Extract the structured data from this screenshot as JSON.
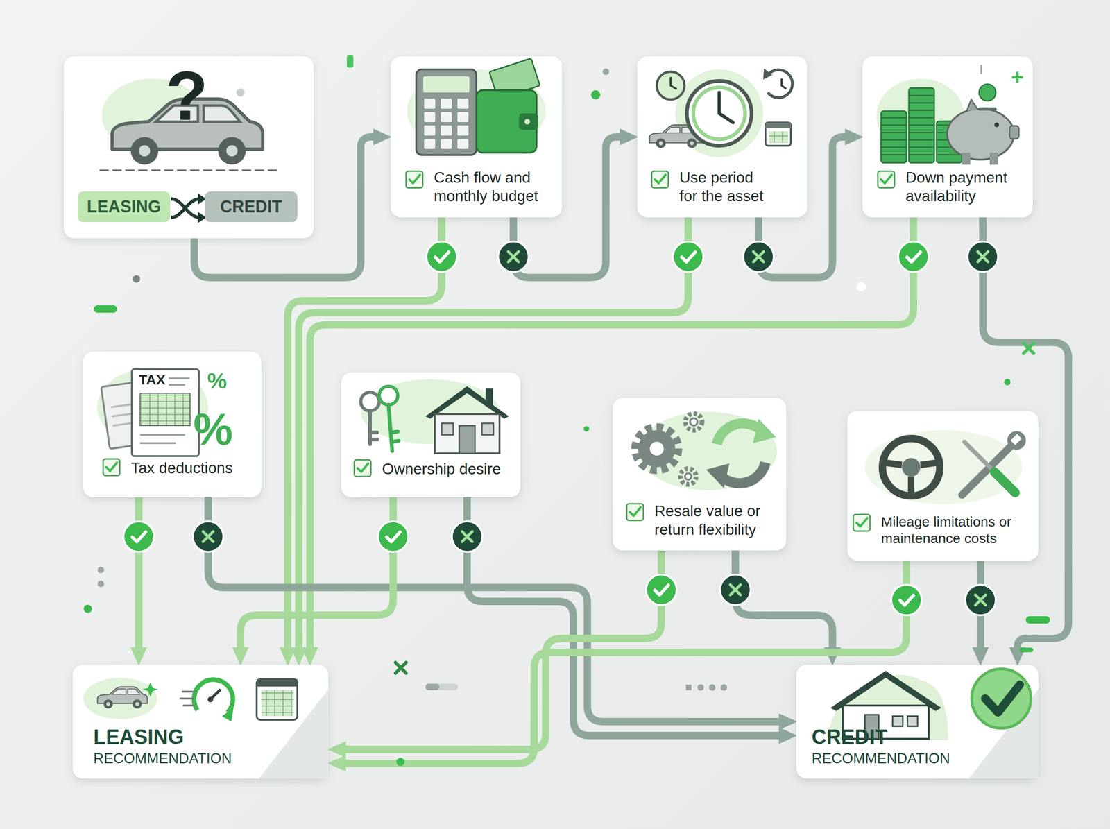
{
  "diagram": {
    "nodes": [
      {
        "text": [
          "LEASING",
          "CREDIT"
        ]
      },
      {
        "text": [
          "Cash flow and monthly budget"
        ]
      },
      {
        "text": [
          "Use period for the asset"
        ]
      },
      {
        "text": [
          "Down payment availability"
        ]
      },
      {
        "text": [
          "Tax deductions"
        ]
      },
      {
        "text": [
          "Ownership desire"
        ]
      },
      {
        "text": [
          "Resale value or return flexibility"
        ]
      },
      {
        "text": [
          "Mileage limitations or maintenance costs"
        ]
      },
      {
        "text": [
          "LEASING",
          "RECOMMENDATION"
        ]
      },
      {
        "text": [
          "CREDIT",
          "RECOMMENDATION"
        ]
      }
    ],
    "edges": [
      {
        "from": 0,
        "to": 1,
        "arrow": "to"
      },
      {
        "from": 1,
        "to": 2,
        "arrow": "to"
      },
      {
        "from": 2,
        "to": 3,
        "arrow": "to"
      },
      {
        "from": 1,
        "to": 8,
        "arrow": "to"
      },
      {
        "from": 2,
        "to": 8,
        "arrow": "to"
      },
      {
        "from": 3,
        "to": 8,
        "arrow": "to"
      },
      {
        "from": 3,
        "to": 9,
        "arrow": "to"
      },
      {
        "from": 4,
        "to": 8,
        "arrow": "to"
      },
      {
        "from": 4,
        "to": 9,
        "arrow": "to"
      },
      {
        "from": 5,
        "to": 8,
        "arrow": "to"
      },
      {
        "from": 5,
        "to": 9,
        "arrow": "to"
      },
      {
        "from": 6,
        "to": 8,
        "arrow": "to"
      },
      {
        "from": 6,
        "to": 9,
        "arrow": "to"
      },
      {
        "from": 7,
        "to": 8,
        "arrow": "to"
      },
      {
        "from": 7,
        "to": 9,
        "arrow": "to"
      }
    ],
    "labels": [
      "?",
      "TAX",
      "%",
      "%"
    ]
  }
}
